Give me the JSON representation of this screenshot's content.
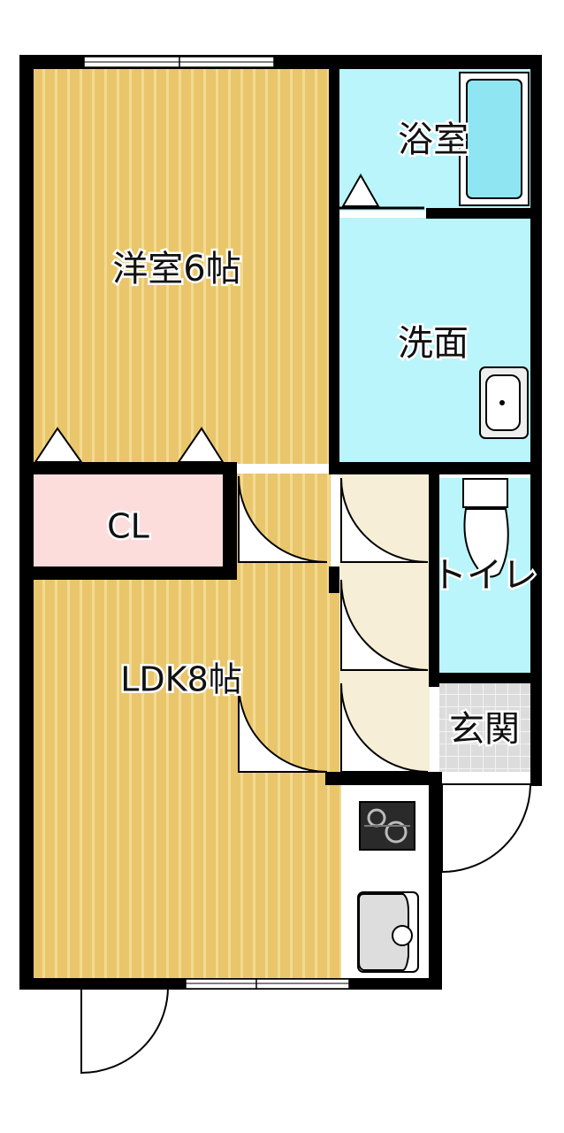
{
  "rooms": {
    "western": "洋室6帖",
    "bath": "浴室",
    "washroom": "洗面",
    "closet": "CL",
    "toilet": "トイレ",
    "ldk": "LDK8帖",
    "entrance": "玄関"
  },
  "colors": {
    "wood": "#E9C66B",
    "wood_stripe": "#F3DA92",
    "water": "#B9F5FB",
    "closet": "#FDDCDC",
    "hall": "#F6EED6",
    "entrance": "#DCDCDC",
    "wall": "#000000"
  }
}
